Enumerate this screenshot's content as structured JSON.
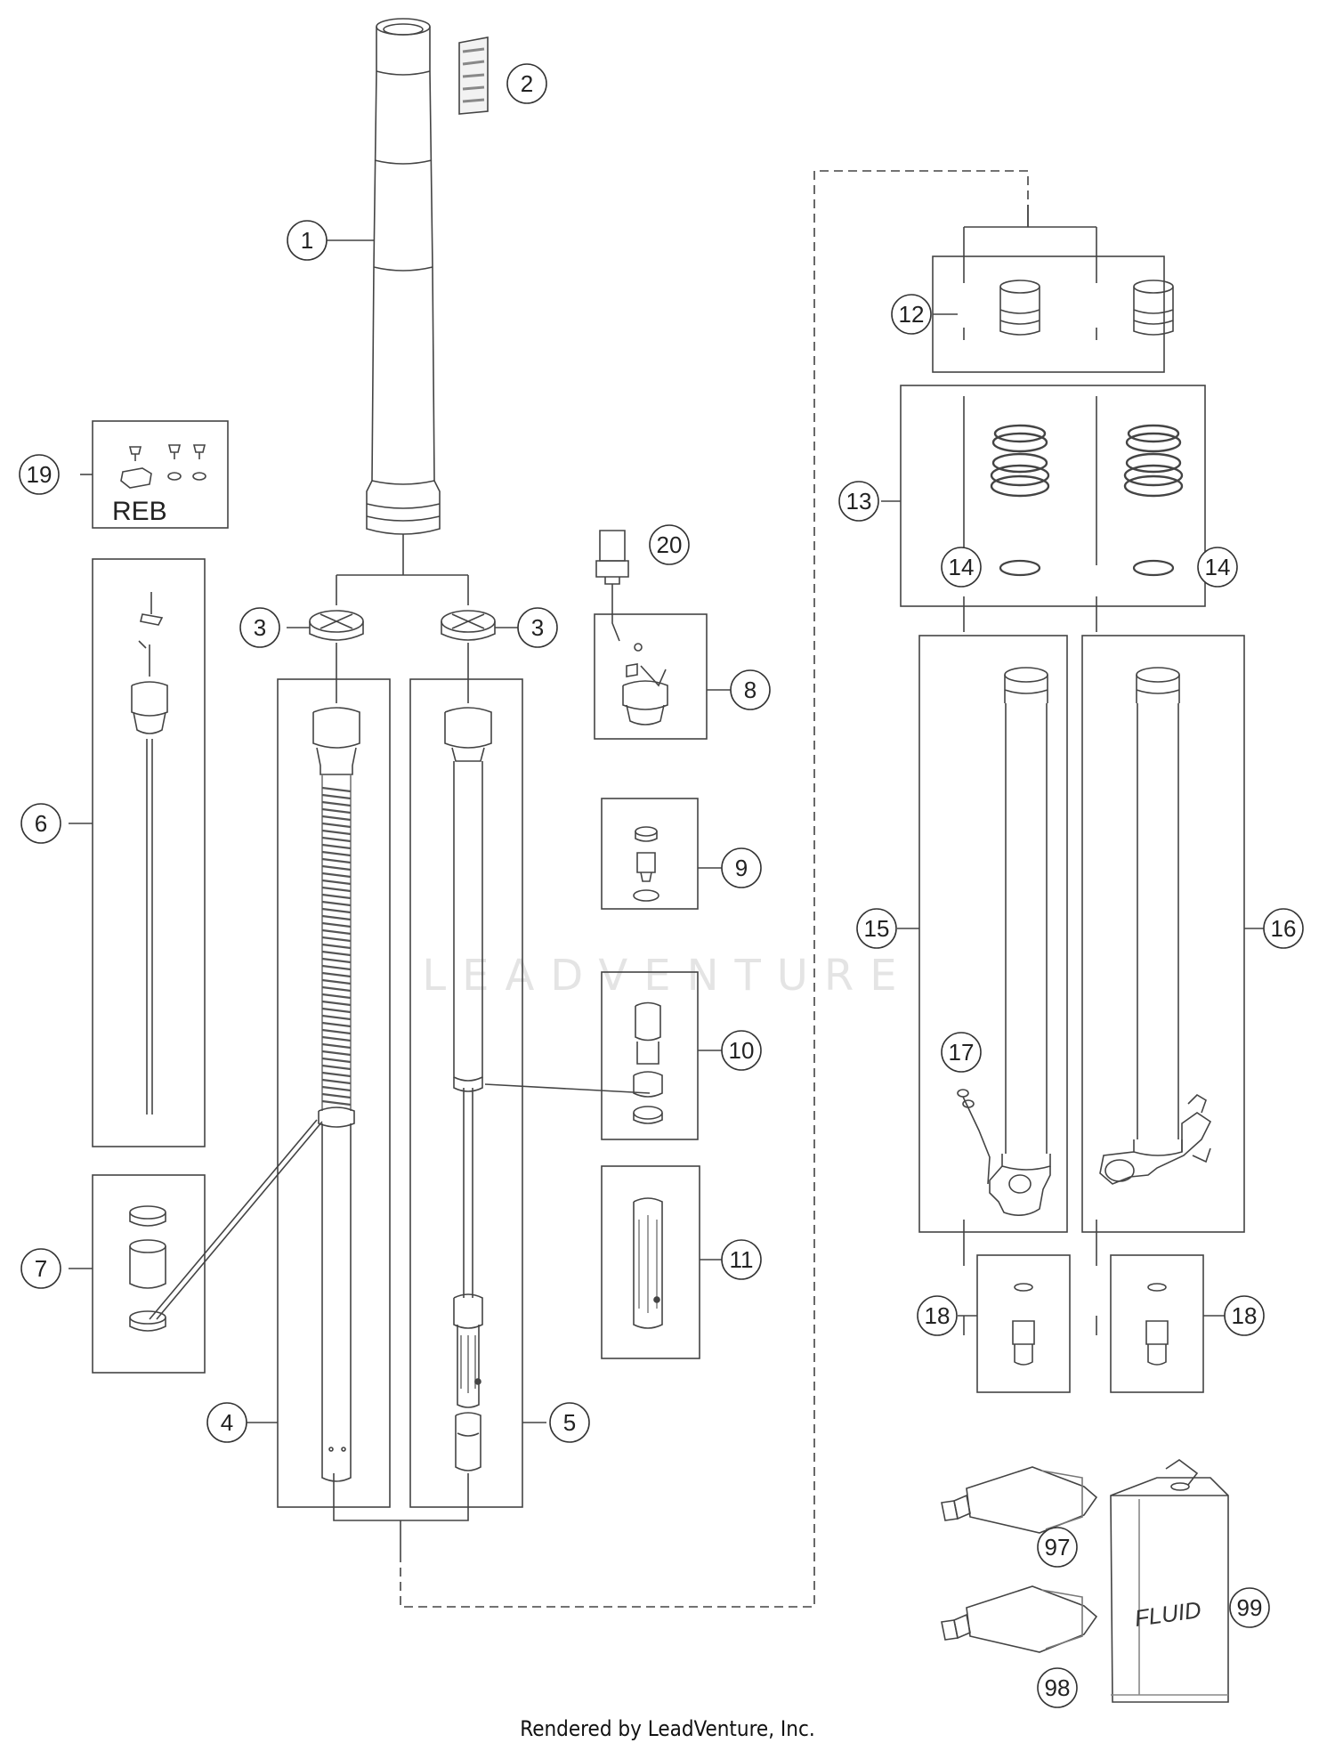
{
  "watermark": "LEADVENTURE",
  "footer": "Rendered by LeadVenture, Inc.",
  "box_labels": {
    "reb": "REB",
    "fluid": "FLUID"
  },
  "callouts": [
    {
      "id": "c1",
      "label": "1"
    },
    {
      "id": "c2",
      "label": "2"
    },
    {
      "id": "c3a",
      "label": "3"
    },
    {
      "id": "c3b",
      "label": "3"
    },
    {
      "id": "c4",
      "label": "4"
    },
    {
      "id": "c5",
      "label": "5"
    },
    {
      "id": "c6",
      "label": "6"
    },
    {
      "id": "c7",
      "label": "7"
    },
    {
      "id": "c8",
      "label": "8"
    },
    {
      "id": "c9",
      "label": "9"
    },
    {
      "id": "c10",
      "label": "10"
    },
    {
      "id": "c11",
      "label": "11"
    },
    {
      "id": "c12",
      "label": "12"
    },
    {
      "id": "c13",
      "label": "13"
    },
    {
      "id": "c14a",
      "label": "14"
    },
    {
      "id": "c14b",
      "label": "14"
    },
    {
      "id": "c15",
      "label": "15"
    },
    {
      "id": "c16",
      "label": "16"
    },
    {
      "id": "c17",
      "label": "17"
    },
    {
      "id": "c18a",
      "label": "18"
    },
    {
      "id": "c18b",
      "label": "18"
    },
    {
      "id": "c19",
      "label": "19"
    },
    {
      "id": "c20",
      "label": "20"
    },
    {
      "id": "c97",
      "label": "97"
    },
    {
      "id": "c98",
      "label": "98"
    },
    {
      "id": "c99",
      "label": "99"
    }
  ]
}
